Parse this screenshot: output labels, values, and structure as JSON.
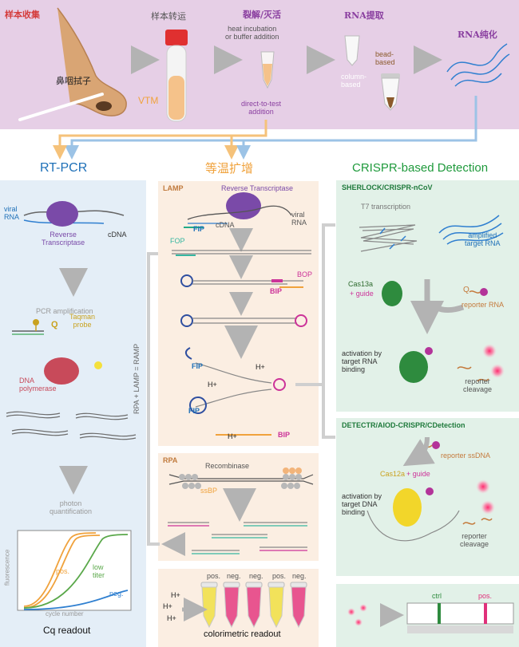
{
  "top": {
    "sample_collection": "样本收集",
    "nasal_swab": "鼻咽拭子",
    "vtm": "VTM",
    "sample_transport": "样本转运",
    "lysis_title": "裂解/灭活",
    "lysis_method": "heat incubation\nor buffer addition",
    "direct_to_test": "direct-to-test\naddition",
    "rna_extraction": "RNA提取",
    "column_based": "column-\nbased",
    "bead_based": "bead-\nbased",
    "rna_purification": "RNA纯化"
  },
  "rtpcr": {
    "title": "RT-PCR",
    "viral_rna": "viral\nRNA",
    "reverse_transcriptase": "Reverse\nTranscriptase",
    "cdna": "cDNA",
    "pcr_amplification": "PCR amplification",
    "taqman_probe": "Taqman\nprobe",
    "q_label": "Q",
    "dna_polymerase": "DNA\npolymerase",
    "photon_quantification": "photon\nquantification",
    "y_axis": "fluorescence",
    "x_axis": "cycle number",
    "pos": "pos.",
    "low_titer": "low\ntiter",
    "neg": "neg.",
    "readout": "Cq readout"
  },
  "isothermal": {
    "title": "等温扩增",
    "side_label": "RPA + LAMP = RAMP",
    "lamp": {
      "title": "LAMP",
      "reverse_transcriptase": "Reverse Transcriptase",
      "cdna": "cDNA",
      "viral_rna": "viral\nRNA",
      "fip": "FIP",
      "fop": "FOP",
      "bop": "BOP",
      "bip": "BIP",
      "h_plus": "H+"
    },
    "rpa": {
      "title": "RPA",
      "recombinase": "Recombinase",
      "ssbp": "ssBP"
    },
    "colorimetric": {
      "tube_labels": [
        "pos.",
        "neg.",
        "neg.",
        "pos.",
        "neg."
      ],
      "h_plus": "H+",
      "readout": "colorimetric readout",
      "tube_colors": [
        "#f2e25a",
        "#e8558f",
        "#e8558f",
        "#f2e25a",
        "#e8558f"
      ]
    }
  },
  "crispr": {
    "title": "CRISPR-based Detection",
    "sherlock": {
      "title": "SHERLOCK/CRISPR-nCoV",
      "t7": "T7 transcription",
      "amplified_target_rna": "amplified\ntarget RNA",
      "cas13a": "Cas13a",
      "guide": "+ guide",
      "q_label": "Q",
      "reporter_rna": "reporter RNA",
      "activation": "activation by\ntarget RNA\nbinding",
      "reporter_cleavage": "reporter\ncleavage"
    },
    "detectr": {
      "title": "DETECTR/AIOD-CRISPR/CDetection",
      "reporter_ssdna": "reporter ssDNA",
      "cas12a": "Cas12a",
      "guide": "+ guide",
      "activation": "activation by\ntarget DNA\nbinding",
      "reporter_cleavage": "reporter\ncleavage"
    },
    "lateral_flow": {
      "ctrl": "ctrl",
      "pos": "pos."
    }
  },
  "colors": {
    "red_title": "#d43c3c",
    "purple": "#8a3fa0",
    "blue_title": "#1e70b8",
    "orange": "#f0a23c",
    "green_title": "#1f9a3c",
    "arrow_gray": "#b3b3b3"
  }
}
